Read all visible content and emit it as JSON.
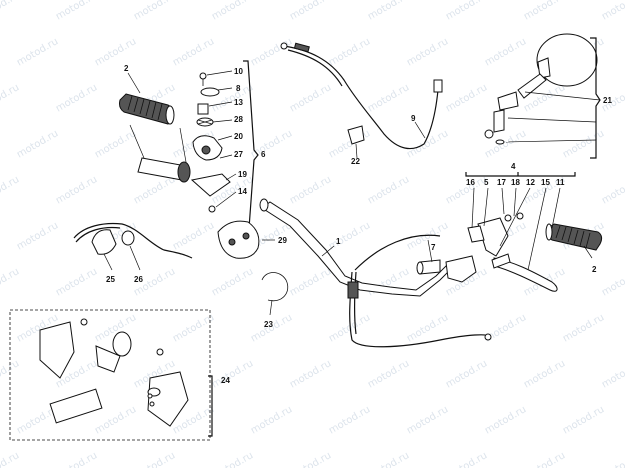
{
  "watermark": {
    "text": "motod.ru"
  },
  "parts": {
    "p1": "1",
    "p2a": "2",
    "p2b": "2",
    "p4": "4",
    "p5": "5",
    "p6": "6",
    "p7": "7",
    "p8": "8",
    "p9": "9",
    "p10": "10",
    "p11": "11",
    "p12": "12",
    "p13": "13",
    "p14": "14",
    "p15": "15",
    "p16": "16",
    "p17": "17",
    "p18": "18",
    "p19": "19",
    "p20": "20",
    "p21": "21",
    "p22": "22",
    "p23": "23",
    "p24": "24",
    "p25": "25",
    "p26": "26",
    "p27": "27",
    "p28": "28",
    "p29": "29"
  }
}
